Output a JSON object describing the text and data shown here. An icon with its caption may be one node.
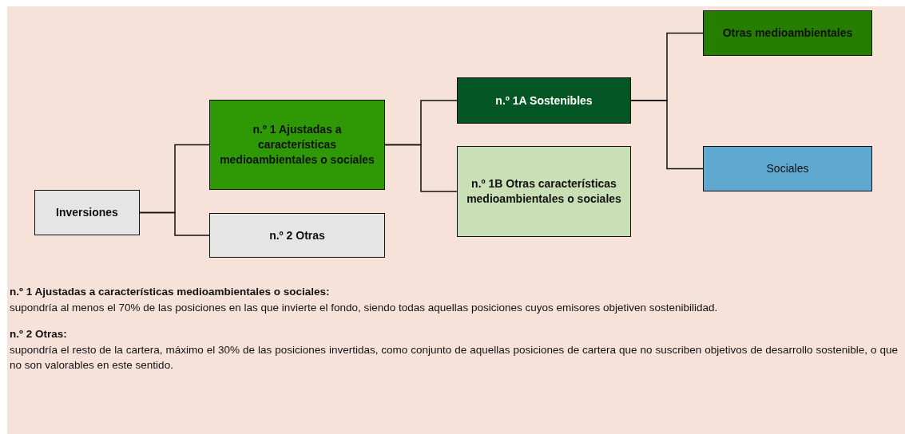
{
  "diagram": {
    "nodes": [
      {
        "text": [
          "Inversiones"
        ]
      },
      {
        "text": [
          "n.º 1 Ajustadas a características medioambientales o sociales"
        ]
      },
      {
        "text": [
          "n.º 2 Otras"
        ]
      },
      {
        "text": [
          "n.º 1A Sostenibles"
        ]
      },
      {
        "text": [
          "n.º 1B Otras características medioambientales o sociales"
        ]
      },
      {
        "text": [
          "Otras medioambientales"
        ]
      },
      {
        "text": [
          "Sociales"
        ]
      }
    ],
    "edges": [
      {
        "from": 0,
        "to": 1,
        "arrow": "none"
      },
      {
        "from": 0,
        "to": 2,
        "arrow": "none"
      },
      {
        "from": 1,
        "to": 3,
        "arrow": "none"
      },
      {
        "from": 1,
        "to": 4,
        "arrow": "none"
      },
      {
        "from": 3,
        "to": 5,
        "arrow": "none"
      },
      {
        "from": 3,
        "to": 6,
        "arrow": "none"
      }
    ],
    "labels": [
      "n.º 1 Ajustadas a características medioambientales o sociales:",
      "supondría al menos el 70% de las posiciones en las que invierte el fondo, siendo todas aquellas posiciones cuyos emisores objetiven sostenibilidad.",
      "n.º 2 Otras:",
      "supondría el resto de la cartera, máximo el 30% de las posiciones invertidas, como conjunto de aquellas posiciones de cartera que no suscriben objetivos de desarrollo sostenible, o que no son valorables en este sentido."
    ]
  }
}
